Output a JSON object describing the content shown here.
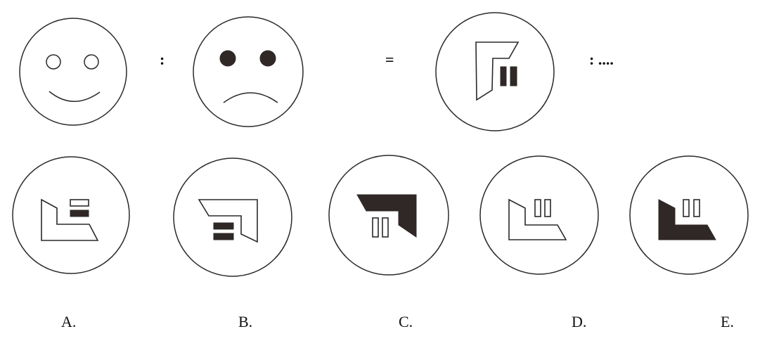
{
  "analogy": {
    "separator_1": ":",
    "equals": "=",
    "separator_2": ": ...."
  },
  "options": [
    {
      "label": "A."
    },
    {
      "label": "B."
    },
    {
      "label": "C."
    },
    {
      "label": "D."
    },
    {
      "label": "E."
    }
  ],
  "colors": {
    "stroke": "#2a2a2a",
    "fill": "#2f2826"
  }
}
